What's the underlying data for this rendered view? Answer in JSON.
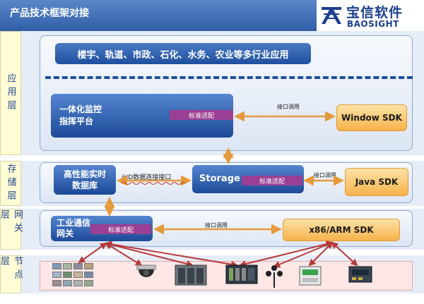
{
  "header": {
    "title": "产品技术框架对接"
  },
  "logo": {
    "brand_cn": "宝信软件",
    "brand_en": "BAOSIGHT"
  },
  "layers": {
    "application": "应用层",
    "storage": "存储层",
    "network": "网关层",
    "node": "节点层"
  },
  "application": {
    "industries": "楼宇、轨道、市政、石化、水务、农业等多行业应用",
    "platform": "一体化监控\n指挥平台",
    "standard_adapt": "标准适配",
    "interface_call": "接口调用",
    "window_sdk": "Window SDK"
  },
  "storage": {
    "realtime_db": "高性能实时\n数据库",
    "ihd_interface": "iHD数据连接接口",
    "storage": "Storage",
    "standard_adapt": "标准适配",
    "interface_call": "接口调用",
    "java_sdk": "Java  SDK"
  },
  "network": {
    "gateway": "工业通信\n网关",
    "standard_adapt": "标准适配",
    "interface_call": "接口调用",
    "x86_sdk": "x86/ARM  SDK"
  },
  "nodes": {
    "devices": [
      "video-wall",
      "dome-camera",
      "server-rack",
      "plc-controller",
      "wind-sensor",
      "io-module",
      "meter-panel"
    ]
  }
}
